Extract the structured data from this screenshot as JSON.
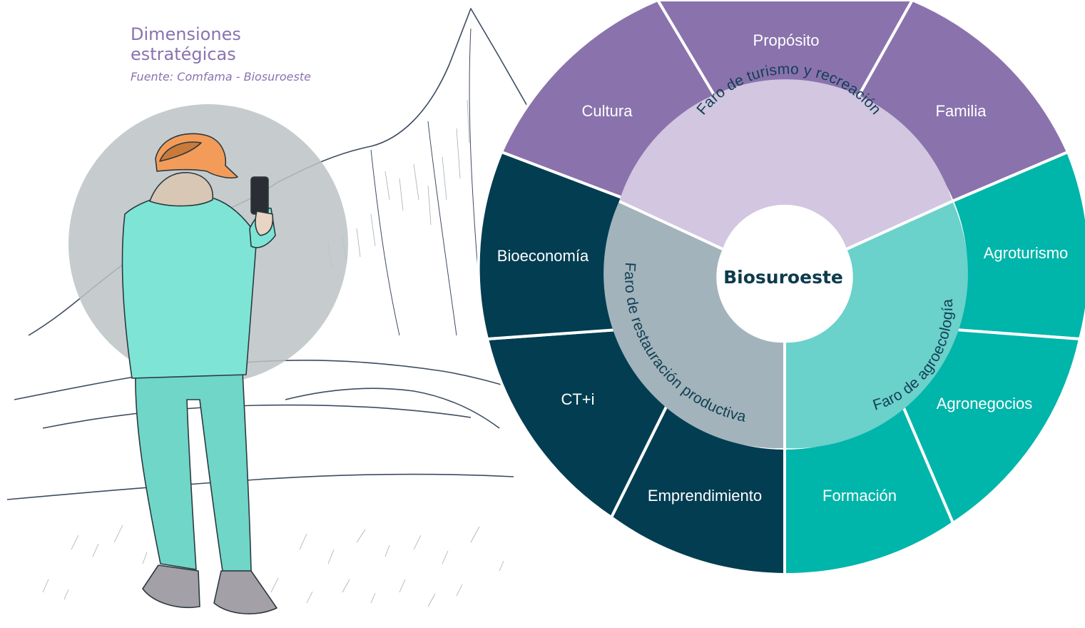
{
  "header": {
    "title_line1": "Dimensiones",
    "title_line2": "estratégicas",
    "source": "Fuente: Comfama - Biosuroeste"
  },
  "wheel": {
    "center": "Biosuroeste",
    "colors": {
      "purple_outer": "#8a72ad",
      "purple_inner": "#d2c6e0",
      "navy_outer": "#023d52",
      "navy_inner": "#a2b3bb",
      "teal_outer": "#00b5aa",
      "teal_inner": "#6ad1cb",
      "center": "#ffffff"
    },
    "hubs": [
      {
        "name": "Faro de turismo y recreación",
        "dimensions": [
          "Cultura",
          "Propósito",
          "Familia"
        ]
      },
      {
        "name": "Faro de agroecología",
        "dimensions": [
          "Agroturismo",
          "Agronegocios",
          "Formación"
        ]
      },
      {
        "name": "Faro de restauración productiva",
        "dimensions": [
          "Emprendimiento",
          "CT+i",
          "Bioeconomía"
        ]
      }
    ]
  }
}
